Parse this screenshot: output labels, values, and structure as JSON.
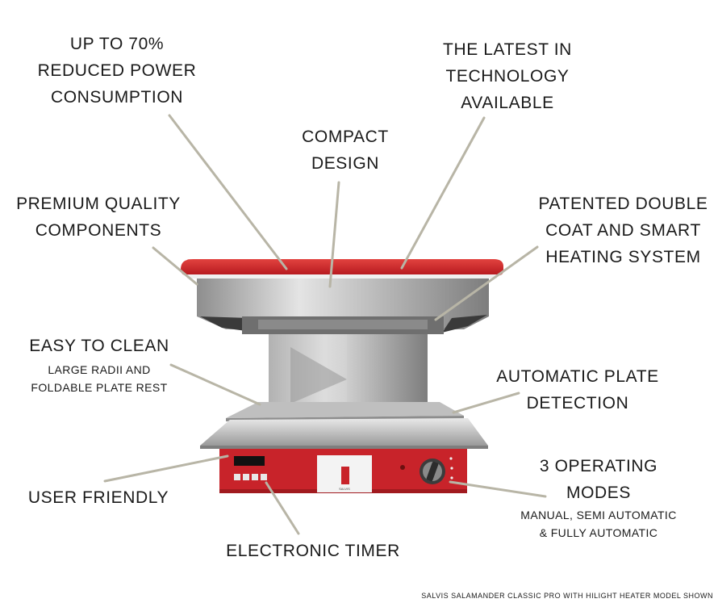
{
  "callouts": {
    "power": {
      "line1": "UP TO 70%",
      "line2": "REDUCED POWER",
      "line3": "CONSUMPTION"
    },
    "technology": {
      "line1": "THE LATEST IN",
      "line2": "TECHNOLOGY",
      "line3": "AVAILABLE"
    },
    "compact": {
      "line1": "COMPACT",
      "line2": "DESIGN"
    },
    "components": {
      "line1": "PREMIUM QUALITY",
      "line2": "COMPONENTS"
    },
    "patented": {
      "line1": "PATENTED DOUBLE",
      "line2": "COAT AND SMART",
      "line3": "HEATING SYSTEM"
    },
    "clean": {
      "title": "EASY TO CLEAN",
      "sub1": "LARGE RADII AND",
      "sub2": "FOLDABLE PLATE REST"
    },
    "plate": {
      "line1": "AUTOMATIC PLATE",
      "line2": "DETECTION"
    },
    "modes": {
      "line1": "3 OPERATING",
      "line2": "MODES",
      "sub1": "MANUAL, SEMI AUTOMATIC",
      "sub2": "& FULLY AUTOMATIC"
    },
    "friendly": {
      "title": "USER FRIENDLY"
    },
    "timer": {
      "title": "ELECTRONIC TIMER"
    }
  },
  "product": {
    "brand_mark": "SALVIS"
  },
  "footnote": "SALVIS SALAMANDER CLASSIC PRO WITH HILIGHT HEATER MODEL SHOWN",
  "colors": {
    "accent": "#c8232a",
    "steel": "#c9c9c9",
    "leader": "#b8b5a6"
  }
}
